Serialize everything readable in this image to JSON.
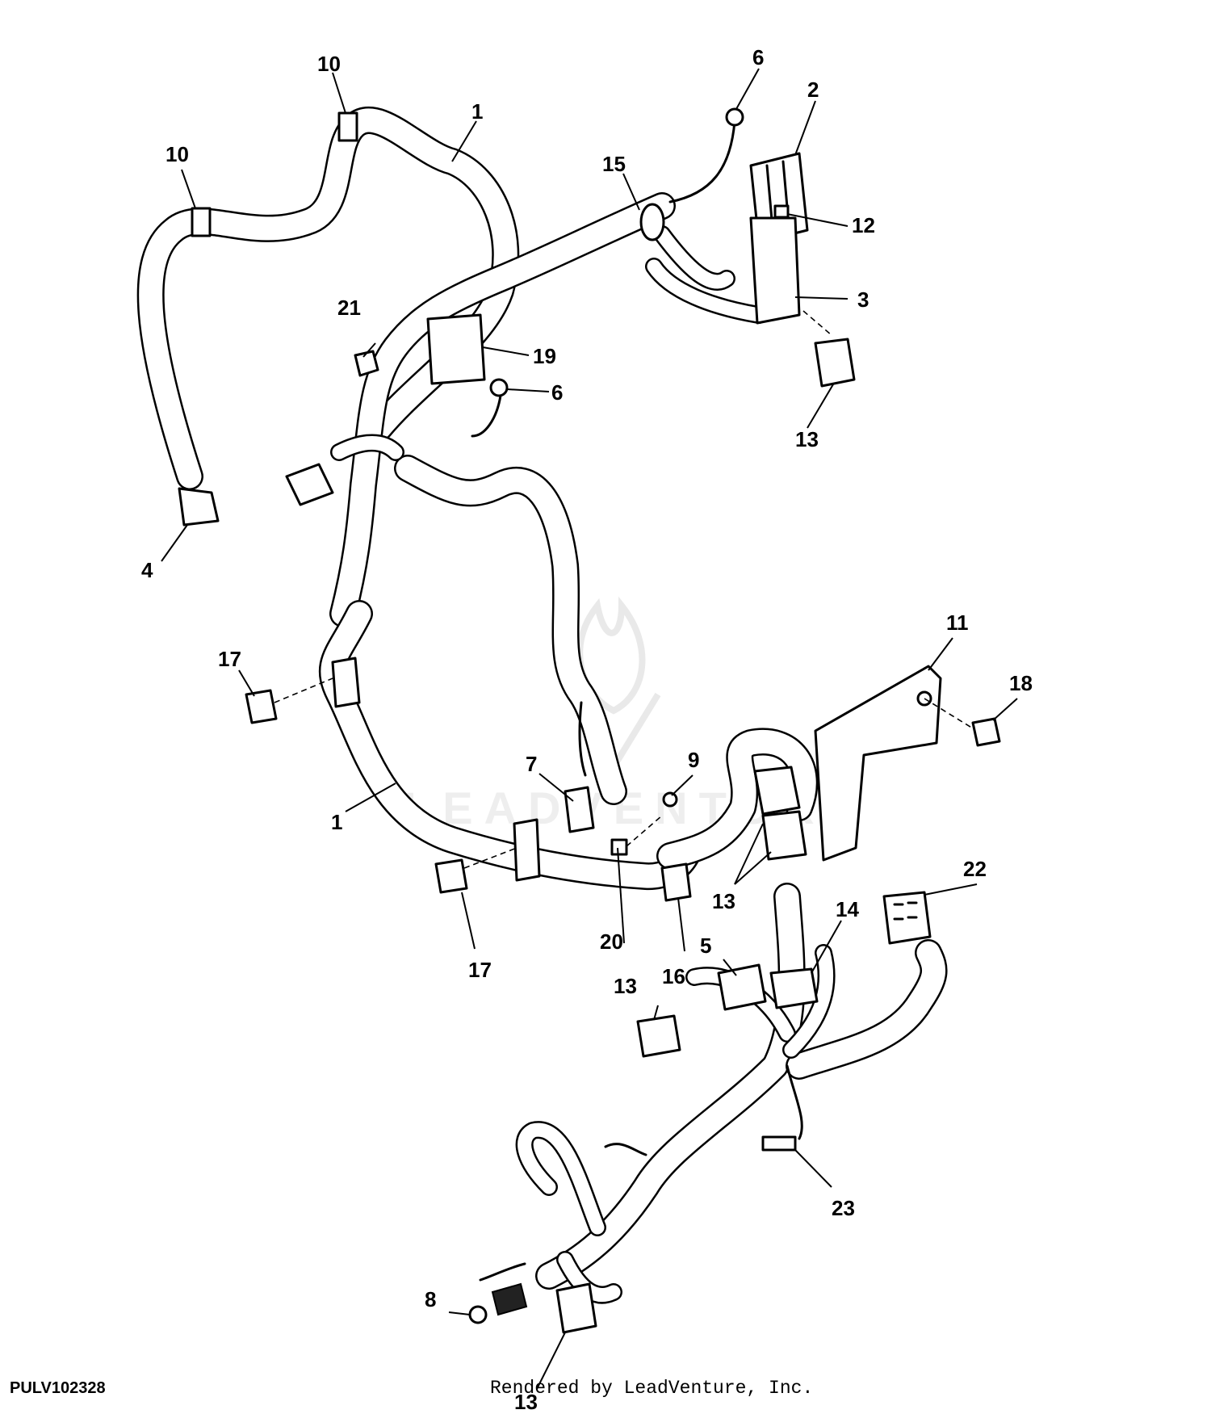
{
  "diagram": {
    "callouts": [
      {
        "id": "c1a",
        "label": "1"
      },
      {
        "id": "c1b",
        "label": "1"
      },
      {
        "id": "c2",
        "label": "2"
      },
      {
        "id": "c3",
        "label": "3"
      },
      {
        "id": "c4",
        "label": "4"
      },
      {
        "id": "c5",
        "label": "5"
      },
      {
        "id": "c6a",
        "label": "6"
      },
      {
        "id": "c6b",
        "label": "6"
      },
      {
        "id": "c7",
        "label": "7"
      },
      {
        "id": "c8",
        "label": "8"
      },
      {
        "id": "c9",
        "label": "9"
      },
      {
        "id": "c10a",
        "label": "10"
      },
      {
        "id": "c10b",
        "label": "10"
      },
      {
        "id": "c11",
        "label": "11"
      },
      {
        "id": "c12",
        "label": "12"
      },
      {
        "id": "c13a",
        "label": "13"
      },
      {
        "id": "c13b",
        "label": "13"
      },
      {
        "id": "c13c",
        "label": "13"
      },
      {
        "id": "c13d",
        "label": "13"
      },
      {
        "id": "c14",
        "label": "14"
      },
      {
        "id": "c15",
        "label": "15"
      },
      {
        "id": "c16",
        "label": "16"
      },
      {
        "id": "c17a",
        "label": "17"
      },
      {
        "id": "c17b",
        "label": "17"
      },
      {
        "id": "c18",
        "label": "18"
      },
      {
        "id": "c19",
        "label": "19"
      },
      {
        "id": "c20",
        "label": "20"
      },
      {
        "id": "c21",
        "label": "21"
      },
      {
        "id": "c22",
        "label": "22"
      },
      {
        "id": "c23",
        "label": "23"
      }
    ]
  },
  "figure_id": "PULV102328",
  "credit": "Rendered by LeadVenture, Inc.",
  "watermark_text": "LEADVENTURE"
}
